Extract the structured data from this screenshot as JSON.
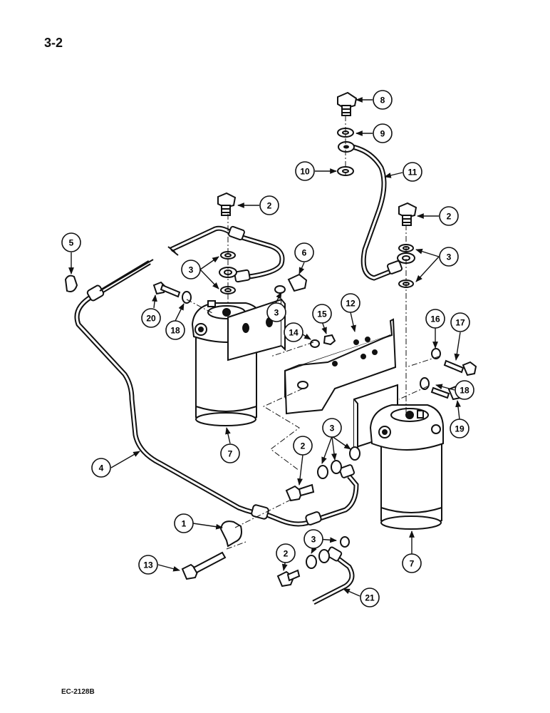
{
  "page_number": "3-2",
  "figure_code": "EC-2128B",
  "callouts": [
    "1",
    "2",
    "2",
    "2",
    "2",
    "3",
    "3",
    "3",
    "3",
    "3",
    "4",
    "5",
    "6",
    "7",
    "7",
    "8",
    "9",
    "10",
    "11",
    "12",
    "13",
    "14",
    "15",
    "16",
    "17",
    "18",
    "18",
    "19",
    "20",
    "21"
  ]
}
